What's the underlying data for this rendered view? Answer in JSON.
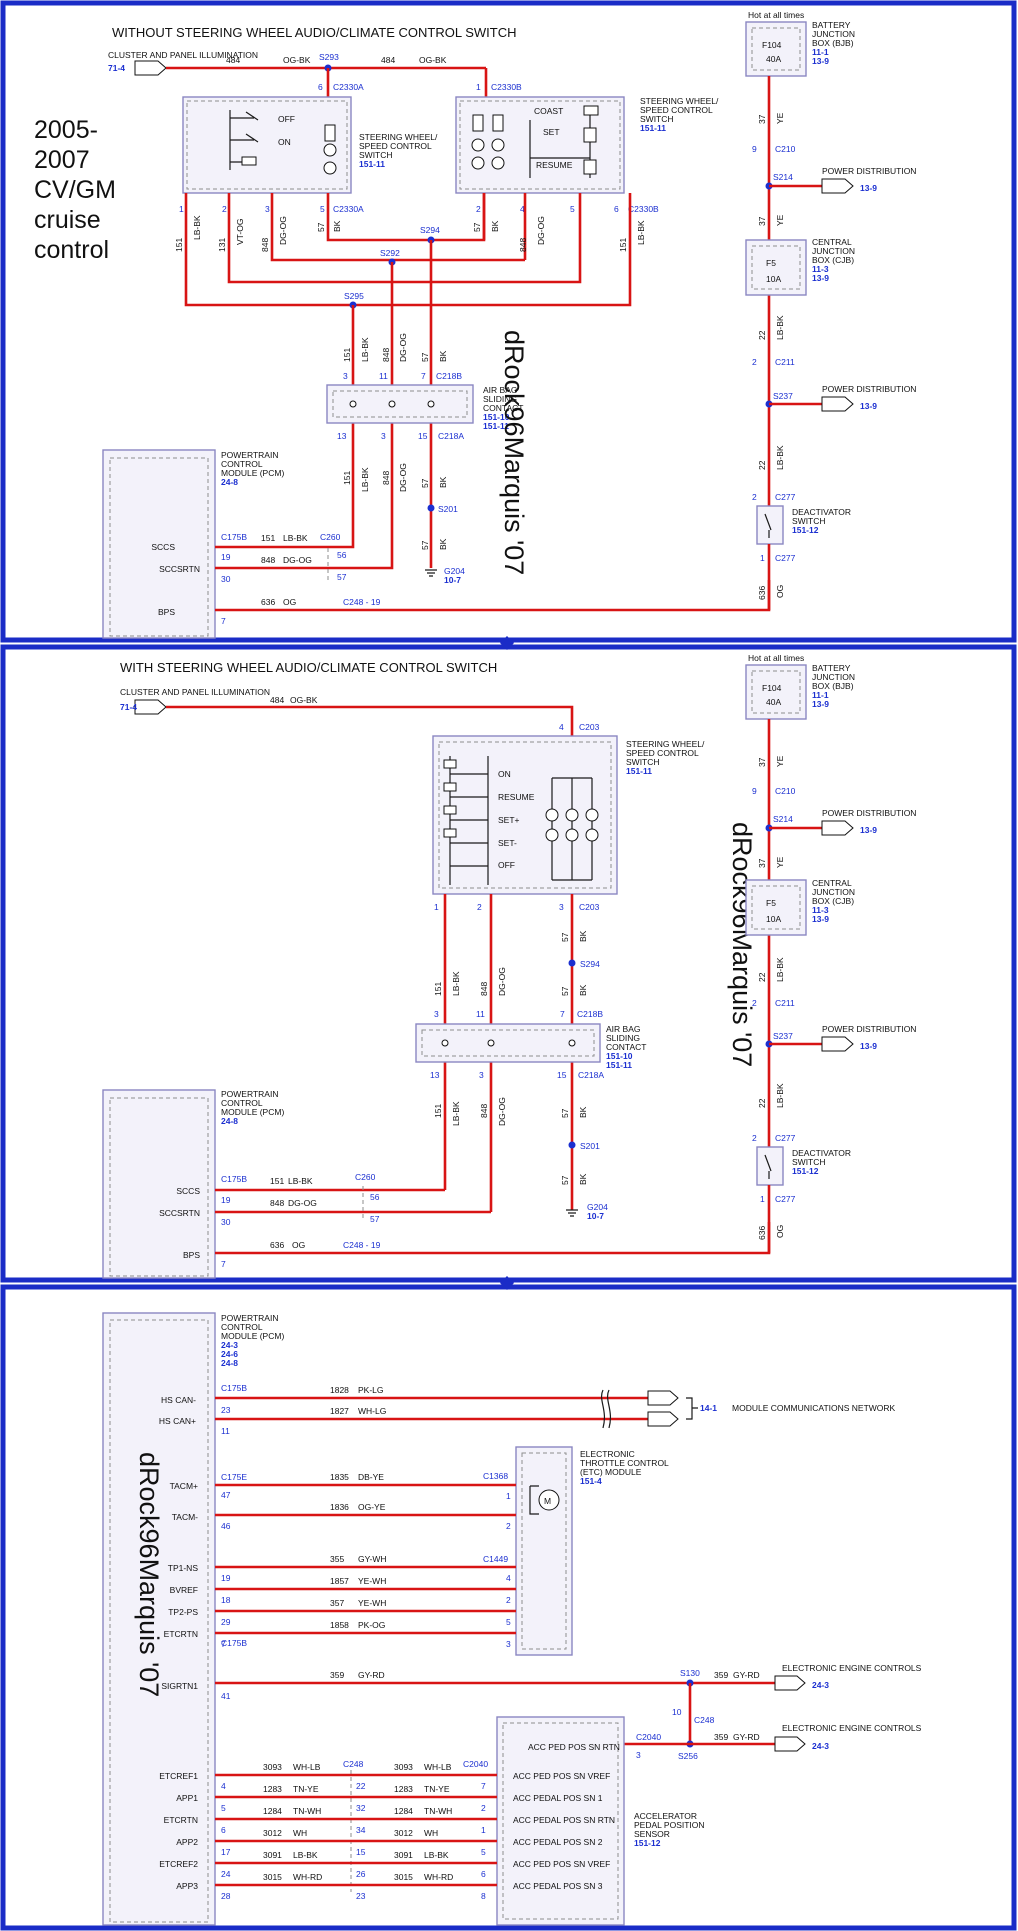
{
  "panel1": {
    "title": "WITHOUT STEERING WHEEL AUDIO/CLIMATE CONTROL SWITCH",
    "handwritten": [
      "2005-",
      "2007",
      "CV/GM",
      "cruise",
      "control"
    ],
    "watermark": "dRock96Marquis '07",
    "cluster_label": "CLUSTER AND PANEL ILLUMINATION",
    "cluster_ref": "71-4",
    "top_wires": [
      "484",
      "OG-BK",
      "S293",
      "484",
      "OG-BK"
    ],
    "conn_6": "6",
    "conn_c2330a": "C2330A",
    "conn_1": "1",
    "conn_c2330b": "C2330B",
    "sw_left_off": "OFF",
    "sw_left_on": "ON",
    "sw_right_coast": "COAST",
    "sw_right_set": "SET",
    "sw_right_resume": "RESUME",
    "sw_label": [
      "STEERING WHEEL/",
      "SPEED CONTROL",
      "SWITCH"
    ],
    "sw_ref": "151-11",
    "pin_nums": [
      "1",
      "2",
      "3",
      "5",
      "C2330A",
      "2",
      "4",
      "5",
      "6",
      "C2330B"
    ],
    "wire_labels_v": [
      "151",
      "LB-BK",
      "131",
      "VT-OG",
      "848",
      "DG-OG",
      "57",
      "BK",
      "57",
      "BK",
      "848",
      "DG-OG",
      "151",
      "LB-BK"
    ],
    "splices": [
      "S294",
      "S292",
      "S295"
    ],
    "clock_v": [
      "151",
      "LB-BK",
      "848",
      "DG-OG",
      "57",
      "BK"
    ],
    "clock_pins_top": [
      "3",
      "11",
      "7",
      "C218B"
    ],
    "clock_pins_bot": [
      "13",
      "3",
      "15",
      "C218A"
    ],
    "clock_label": [
      "AIR BAG",
      "SLIDING",
      "CONTACT"
    ],
    "clock_refs": [
      "151-10",
      "151-11"
    ],
    "pcm_label": [
      "POWERTRAIN",
      "CONTROL",
      "MODULE (PCM)"
    ],
    "pcm_ref": "24-8",
    "pcm_pins": [
      {
        "name": "SCCS",
        "pin": "19"
      },
      {
        "name": "SCCSRTN",
        "pin": "30"
      },
      {
        "name": "BPS",
        "pin": "7"
      }
    ],
    "c175b": "C175B",
    "w151": [
      "151",
      "LB-BK"
    ],
    "c260": "C260",
    "p56": "56",
    "w848": [
      "848",
      "DG-OG"
    ],
    "p57": "57",
    "w636": [
      "636",
      "OG"
    ],
    "c248": "C248 - 19",
    "s201": "S201",
    "g204": "G204",
    "g204ref": "10-7",
    "v57bk": [
      "57",
      "BK",
      "57",
      "BK",
      "151",
      "LB-BK",
      "848",
      "DG-OG"
    ]
  },
  "right_column": {
    "hot": "Hot at all times",
    "f104": "F104",
    "f104a": "40A",
    "bjb": [
      "BATTERY",
      "JUNCTION",
      "BOX (BJB)"
    ],
    "bjb_refs": [
      "11-1",
      "13-9"
    ],
    "w37": [
      "37",
      "YE"
    ],
    "c210": "C210",
    "p9": "9",
    "s214": "S214",
    "pd": "POWER DISTRIBUTION",
    "pd_ref": "13-9",
    "f5": "F5",
    "f5a": "10A",
    "cjb": [
      "CENTRAL",
      "JUNCTION",
      "BOX (CJB)"
    ],
    "cjb_refs": [
      "11-3",
      "13-9"
    ],
    "w22": [
      "22",
      "LB-BK"
    ],
    "c211": "C211",
    "p2": "2",
    "s237": "S237",
    "c277": "C277",
    "deact": [
      "DEACTIVATOR",
      "SWITCH"
    ],
    "deact_ref": "151-12",
    "p1": "1",
    "w636": [
      "636",
      "OG"
    ]
  },
  "panel2": {
    "title": "WITH STEERING WHEEL AUDIO/CLIMATE CONTROL SWITCH",
    "watermark": "dRock96Marquis '07",
    "cluster_label": "CLUSTER AND PANEL ILLUMINATION",
    "cluster_ref": "71-4",
    "w484": [
      "484",
      "OG-BK"
    ],
    "c203": "C203",
    "p4": "4",
    "sw_items": [
      "ON",
      "RESUME",
      "SET+",
      "SET-",
      "OFF"
    ],
    "sw_label": [
      "STEERING WHEEL/",
      "SPEED CONTROL",
      "SWITCH"
    ],
    "sw_ref": "151-11",
    "pins": [
      "1",
      "2",
      "3",
      "C203"
    ],
    "s294": "S294",
    "v": [
      "151",
      "LB-BK",
      "848",
      "DG-OG",
      "57",
      "BK"
    ],
    "clock_pins_top": [
      "3",
      "11",
      "7",
      "C218B"
    ],
    "clock_pins_bot": [
      "13",
      "3",
      "15",
      "C218A"
    ],
    "clock_label": [
      "AIR BAG",
      "SLIDING",
      "CONTACT"
    ],
    "clock_refs": [
      "151-10",
      "151-11"
    ],
    "pcm_label": [
      "POWERTRAIN",
      "CONTROL",
      "MODULE (PCM)"
    ],
    "pcm_ref": "24-8",
    "pcm_pins": [
      {
        "name": "SCCS",
        "pin": "19"
      },
      {
        "name": "SCCSRTN",
        "pin": "30"
      },
      {
        "name": "BPS",
        "pin": "7"
      }
    ],
    "c175b": "C175B",
    "w151": [
      "151",
      "LB-BK"
    ],
    "c260": "C260",
    "p56": "56",
    "w848": [
      "848",
      "DG-OG"
    ],
    "p57": "57",
    "w636": [
      "636",
      "OG"
    ],
    "c248": "C248 - 19",
    "s201": "S201",
    "g204": "G204",
    "g204ref": "10-7"
  },
  "panel3": {
    "watermark": "dRock96Marquis '07",
    "pcm_label": [
      "POWERTRAIN",
      "CONTROL",
      "MODULE (PCM)"
    ],
    "pcm_refs": [
      "24-3",
      "24-6",
      "24-8"
    ],
    "c175b": "C175B",
    "c175e": "C175E",
    "can": [
      {
        "name": "HS CAN-",
        "pin": "23",
        "ckt": "1828",
        "color": "PK-LG"
      },
      {
        "name": "HS CAN+",
        "pin": "11",
        "ckt": "1827",
        "color": "WH-LG"
      }
    ],
    "mcn_ref": "14-1",
    "mcn": "MODULE COMMUNICATIONS NETWORK",
    "tac": [
      {
        "name": "TACM+",
        "pin": "47",
        "ckt": "1835",
        "color": "DB-YE",
        "epin": "1"
      },
      {
        "name": "TACM-",
        "pin": "46",
        "ckt": "1836",
        "color": "OG-YE",
        "epin": "2"
      }
    ],
    "c1368": "C1368",
    "c1449": "C1449",
    "etc_label": [
      "ELECTRONIC",
      "THROTTLE CONTROL",
      "(ETC) MODULE"
    ],
    "etc_ref": "151-4",
    "motor": "M",
    "tp": [
      {
        "name": "TP1-NS",
        "pin": "19",
        "ckt": "355",
        "color": "GY-WH",
        "epin": "4"
      },
      {
        "name": "BVREF",
        "pin": "18",
        "ckt": "1857",
        "color": "YE-WH",
        "epin": "2"
      },
      {
        "name": "TP2-PS",
        "pin": "29",
        "ckt": "357",
        "color": "YE-WH",
        "epin": "5"
      },
      {
        "name": "ETCRTN",
        "pin": "7",
        "ckt": "1858",
        "color": "PK-OG",
        "epin": "3"
      }
    ],
    "sig": {
      "name": "SIGRTN1",
      "pin": "41",
      "ckt": "359",
      "color": "GY-RD"
    },
    "s130": "S130",
    "eec": "ELECTRONIC ENGINE CONTROLS",
    "eec_ref": "24-3",
    "p10": "10",
    "c248": "C248",
    "c2040": "C2040",
    "p3": "3",
    "s256": "S256",
    "w359": [
      "359",
      "GY-RD",
      "359",
      "GY-RD"
    ],
    "apps_label": [
      "ACCELERATOR",
      "PEDAL POSITION",
      "SENSOR"
    ],
    "apps_ref": "151-12",
    "apps_rtn_label": "ACC PED POS SN RTN",
    "apps": [
      {
        "name": "ETCREF1",
        "pin": "4",
        "ckt": "3093",
        "color": "WH-LB",
        "mid": "22",
        "spin": "7",
        "sname": "ACC PED POS SN VREF"
      },
      {
        "name": "APP1",
        "pin": "5",
        "ckt": "1283",
        "color": "TN-YE",
        "mid": "32",
        "spin": "2",
        "sname": "ACC PEDAL POS SN 1"
      },
      {
        "name": "ETCRTN",
        "pin": "6",
        "ckt": "1284",
        "color": "TN-WH",
        "mid": "34",
        "spin": "1",
        "sname": "ACC PEDAL POS SN RTN"
      },
      {
        "name": "APP2",
        "pin": "17",
        "ckt": "3012",
        "color": "WH",
        "mid": "15",
        "spin": "5",
        "sname": "ACC PEDAL POS SN 2"
      },
      {
        "name": "ETCREF2",
        "pin": "24",
        "ckt": "3091",
        "color": "LB-BK",
        "mid": "26",
        "spin": "6",
        "sname": "ACC PED POS SN VREF"
      },
      {
        "name": "APP3",
        "pin": "28",
        "ckt": "3015",
        "color": "WH-RD",
        "mid": "23",
        "spin": "8",
        "sname": "ACC PEDAL POS SN 3"
      }
    ]
  },
  "colors": {
    "wire": "#d81414",
    "accent": "#1b2fd0",
    "frame": "#1a2cc7",
    "box": "#f3f2fa"
  }
}
